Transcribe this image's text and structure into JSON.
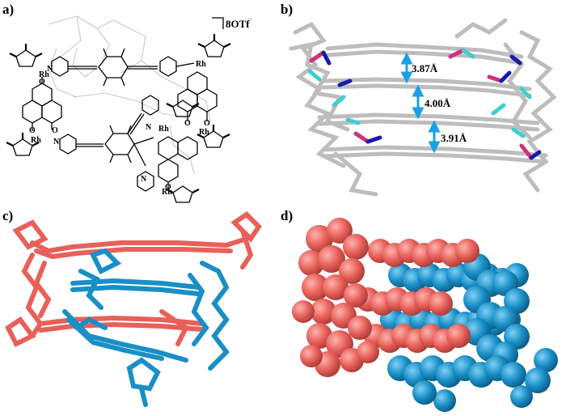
{
  "figure": {
    "panels": [
      {
        "label": "a)"
      },
      {
        "label": "b)"
      },
      {
        "label": "c)"
      },
      {
        "label": "d)"
      }
    ],
    "panel_a": {
      "charge": "8OTf",
      "charge_superscript": "−",
      "metal_label": "Rh",
      "atom_o": "O",
      "atom_n": "N"
    },
    "panel_b": {
      "distances": [
        "3.87Å",
        "4.00Å",
        "3.91Å"
      ],
      "arrow_color": "#1aa0e6"
    },
    "colors": {
      "red": "#e8605a",
      "blue": "#1a8fc6",
      "grey": "#c8c8c8",
      "magenta": "#d0307a",
      "cyan": "#3ecfcf",
      "navy": "#1a1aa8"
    }
  }
}
